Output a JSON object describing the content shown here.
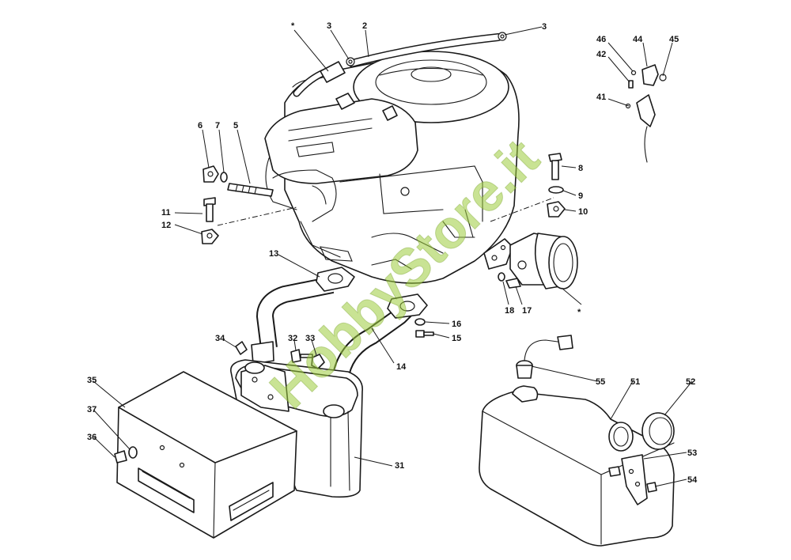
{
  "diagram": {
    "watermark": "HobbyStore.it",
    "callouts": [
      {
        "id": "star-top",
        "text": "*"
      },
      {
        "id": "c3a",
        "text": "3"
      },
      {
        "id": "c2",
        "text": "2"
      },
      {
        "id": "c3b",
        "text": "3"
      },
      {
        "id": "c46",
        "text": "46"
      },
      {
        "id": "c44",
        "text": "44"
      },
      {
        "id": "c45",
        "text": "45"
      },
      {
        "id": "c42",
        "text": "42"
      },
      {
        "id": "c41",
        "text": "41"
      },
      {
        "id": "c6",
        "text": "6"
      },
      {
        "id": "c7",
        "text": "7"
      },
      {
        "id": "c5",
        "text": "5"
      },
      {
        "id": "c8",
        "text": "8"
      },
      {
        "id": "c9",
        "text": "9"
      },
      {
        "id": "c10",
        "text": "10"
      },
      {
        "id": "c11",
        "text": "11"
      },
      {
        "id": "c12",
        "text": "12"
      },
      {
        "id": "c13",
        "text": "13"
      },
      {
        "id": "c18",
        "text": "18"
      },
      {
        "id": "c17",
        "text": "17"
      },
      {
        "id": "star-filter",
        "text": "*"
      },
      {
        "id": "c16",
        "text": "16"
      },
      {
        "id": "c15",
        "text": "15"
      },
      {
        "id": "c14",
        "text": "14"
      },
      {
        "id": "c34",
        "text": "34"
      },
      {
        "id": "c32",
        "text": "32"
      },
      {
        "id": "c33",
        "text": "33"
      },
      {
        "id": "c35",
        "text": "35"
      },
      {
        "id": "c37",
        "text": "37"
      },
      {
        "id": "c36",
        "text": "36"
      },
      {
        "id": "c31",
        "text": "31"
      },
      {
        "id": "c55",
        "text": "55"
      },
      {
        "id": "c51",
        "text": "51"
      },
      {
        "id": "c52",
        "text": "52"
      },
      {
        "id": "c53",
        "text": "53"
      },
      {
        "id": "c54",
        "text": "54"
      }
    ]
  }
}
